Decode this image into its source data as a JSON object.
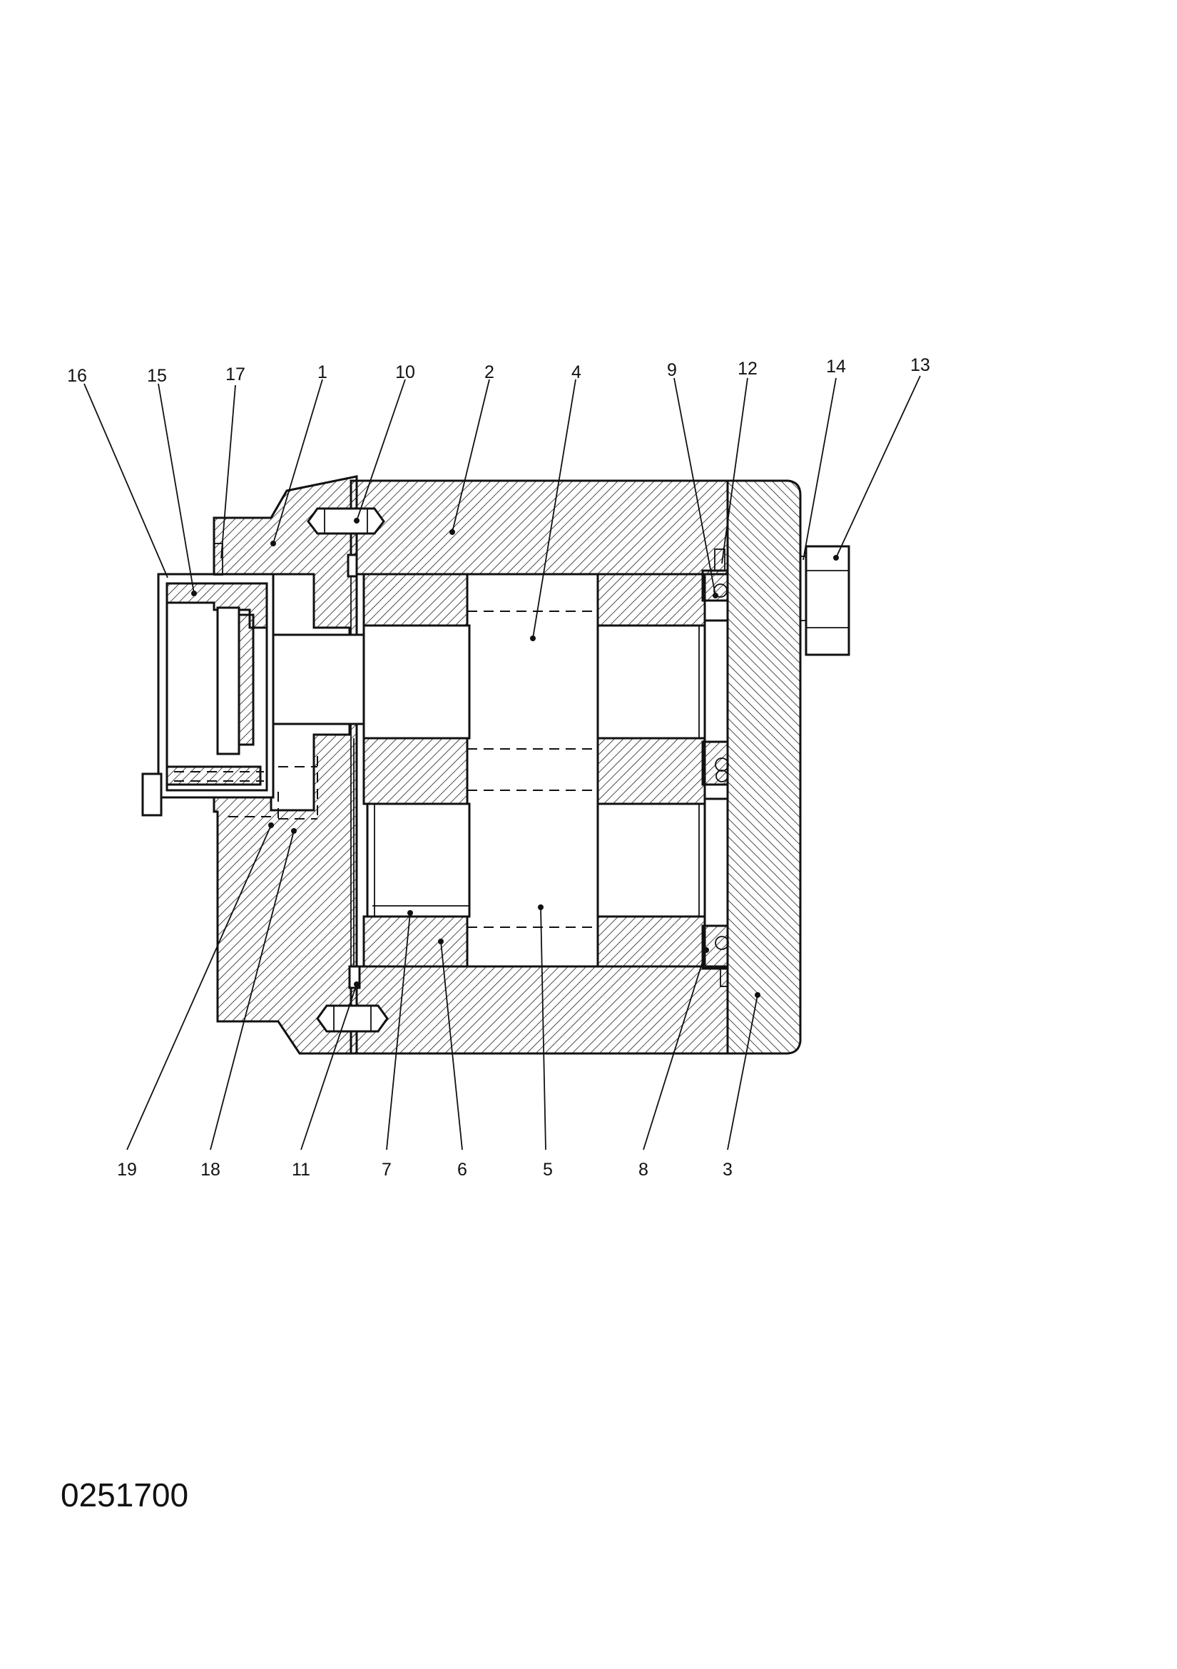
{
  "callouts": {
    "top": [
      "16",
      "15",
      "17",
      "1",
      "10",
      "2",
      "4",
      "9",
      "12",
      "14",
      "13"
    ],
    "bottom": [
      "19",
      "18",
      "11",
      "7",
      "6",
      "5",
      "8",
      "3"
    ]
  },
  "drawing_number": "0251700"
}
